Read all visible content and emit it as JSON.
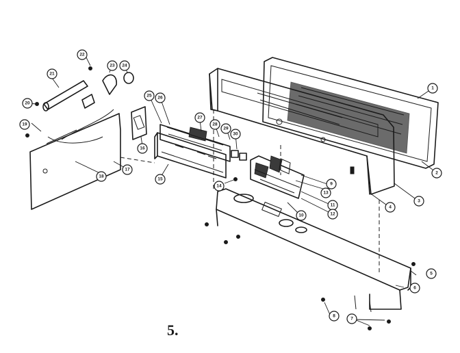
{
  "figure_label": "5.",
  "callouts": [
    "1",
    "2",
    "3",
    "4",
    "5",
    "6",
    "7",
    "8",
    "9",
    "10",
    "11",
    "12",
    "13",
    "14",
    "15",
    "16",
    "17",
    "18",
    "19",
    "20",
    "21",
    "22",
    "23",
    "24",
    "25",
    "26",
    "27",
    "28",
    "29",
    "30"
  ]
}
